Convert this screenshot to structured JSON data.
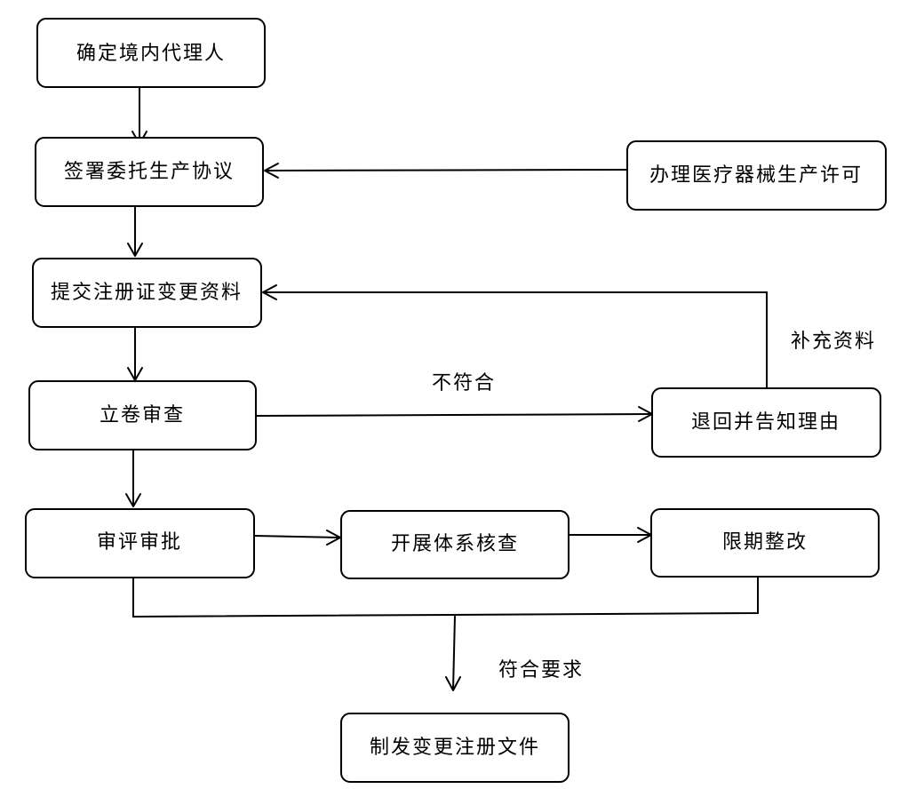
{
  "nodes": {
    "appoint_agent": "确定境内代理人",
    "sign_agreement": "签署委托生产协议",
    "production_license": "办理医疗器械生产许可",
    "submit_materials": "提交注册证变更资料",
    "filing_review": "立卷审查",
    "return_notice": "退回并告知理由",
    "technical_review": "审评审批",
    "system_inspection": "开展体系核查",
    "rectify": "限期整改",
    "issue_documents": "制发变更注册文件"
  },
  "edge_labels": {
    "not_compliant": "不符合",
    "supplement_materials": "补充资料",
    "meets_requirements": "符合要求"
  }
}
